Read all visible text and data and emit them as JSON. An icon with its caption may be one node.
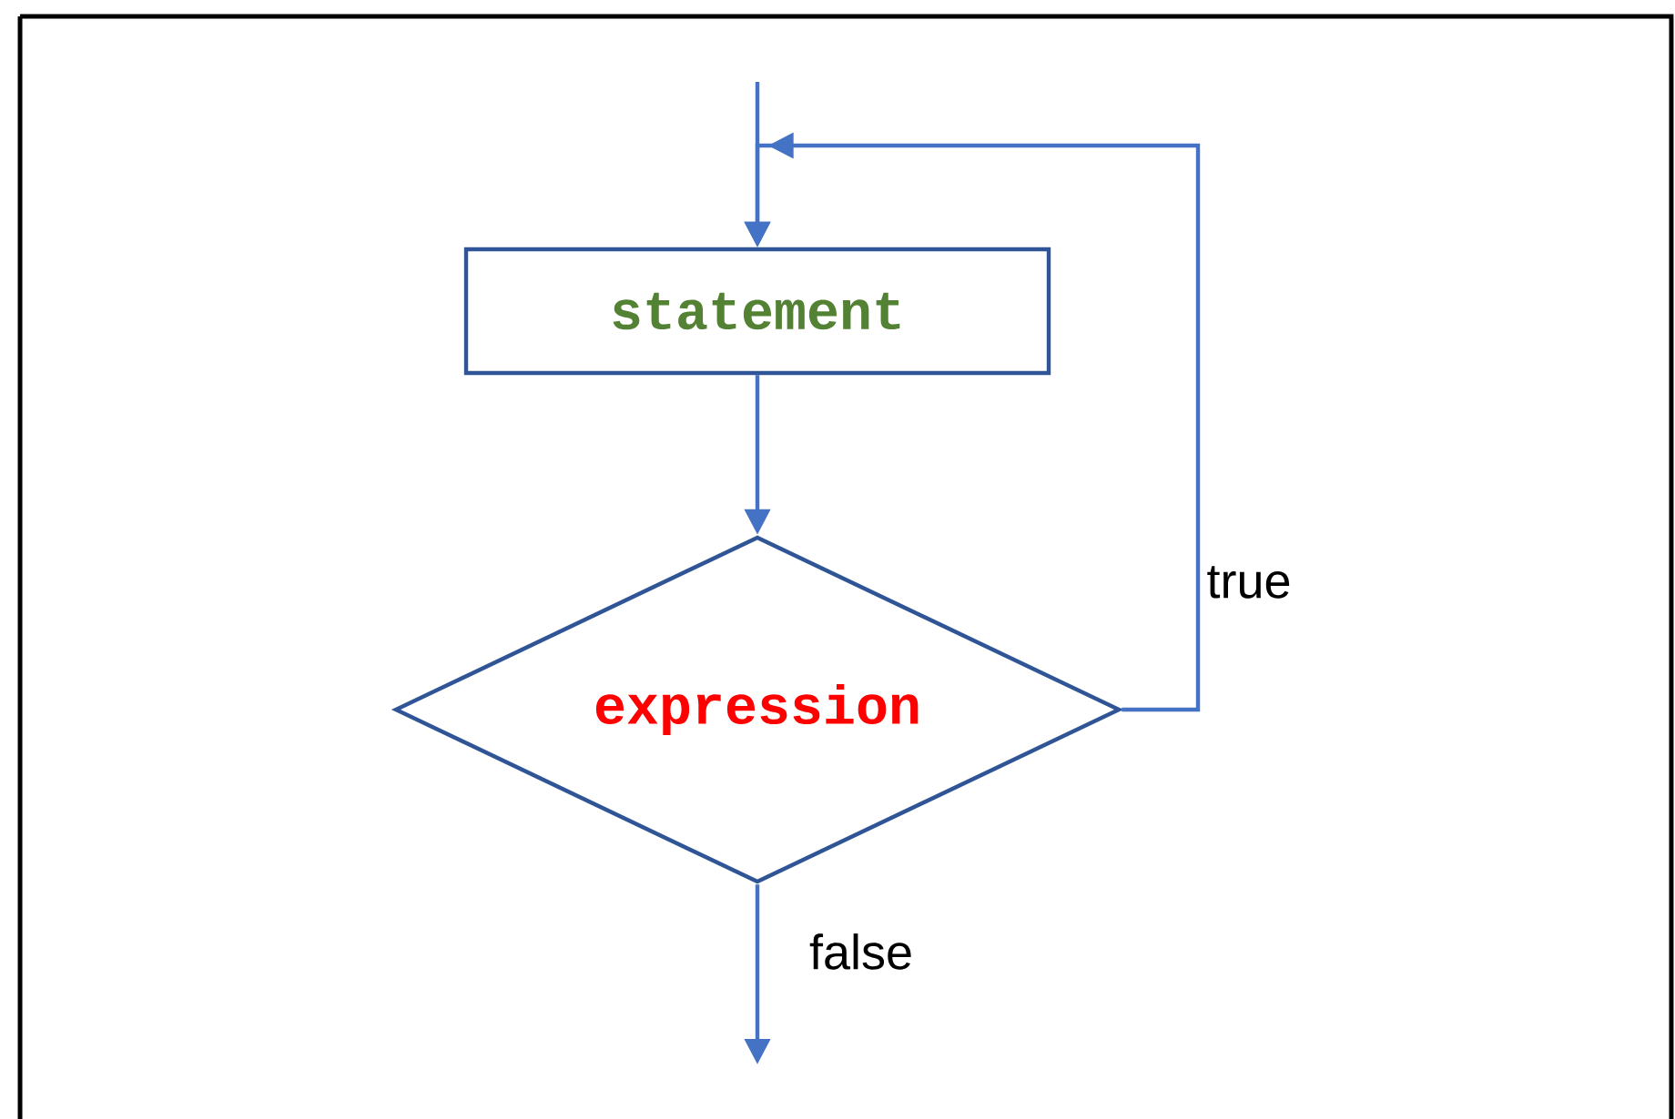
{
  "diagram": {
    "nodes": [
      {
        "text": [
          "statement"
        ]
      },
      {
        "text": [
          "expression"
        ]
      }
    ],
    "edges": [
      {
        "from": null,
        "to": 0,
        "arrow": "to"
      },
      {
        "from": 0,
        "to": 1,
        "arrow": "to"
      },
      {
        "from": 1,
        "to": 0,
        "arrow": "to",
        "label": "true"
      },
      {
        "from": 1,
        "to": null,
        "arrow": "to",
        "label": "false"
      }
    ]
  }
}
